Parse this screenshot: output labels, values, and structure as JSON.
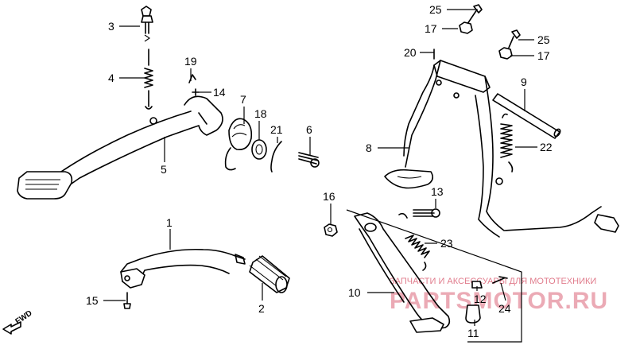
{
  "callouts": {
    "c1": "1",
    "c2": "2",
    "c3": "3",
    "c4": "4",
    "c5": "5",
    "c6": "6",
    "c7": "7",
    "c8": "8",
    "c9": "9",
    "c10": "10",
    "c11": "11",
    "c12": "12",
    "c13": "13",
    "c14": "14",
    "c15": "15",
    "c16": "16",
    "c17a": "17",
    "c17b": "17",
    "c18": "18",
    "c19": "19",
    "c20": "20",
    "c21": "21",
    "c22": "22",
    "c23": "23",
    "c24": "24",
    "c25a": "25",
    "c25b": "25"
  },
  "fwd_label": "FWD",
  "watermark": {
    "tagline": "ЗАПЧАСТИ И АКСЕССУАРЫ ДЛЯ МОТОТЕХНИКИ",
    "brand": "PARTSMOTOR.RU"
  },
  "colors": {
    "line": "#000000",
    "watermark": "#c8102e"
  }
}
